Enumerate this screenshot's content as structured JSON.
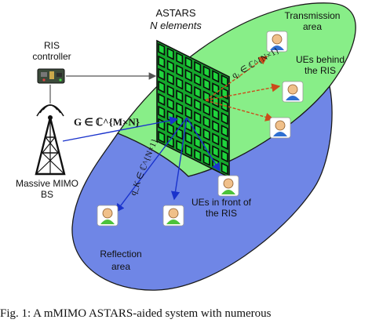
{
  "figure": {
    "labels": {
      "astars": "ASTARS",
      "elements": "N elements",
      "ris_controller_1": "RIS",
      "ris_controller_2": "controller",
      "transmission_1": "Transmission",
      "transmission_2": "area",
      "ues_behind_1": "UEs behind",
      "ues_behind_2": "the RIS",
      "channel_g": "G ∈ ℂ^{M×N}",
      "channel_q1": "q₁ ∈ ℂ^{N×1}",
      "channel_qk": "q_K ∈ ℂ^{N×1}",
      "ues_front_1": "UEs in front of",
      "ues_front_2": "the RIS",
      "massive_mimo_1": "Massive MIMO",
      "massive_mimo_2": "BS",
      "reflection_1": "Reflection",
      "reflection_2": "area"
    },
    "caption": "Fig. 1:  A mMIMO ASTARS-aided system with numerous",
    "colors": {
      "transmission_area": "#88ee88",
      "reflection_area": "#6f86e6",
      "ris_panel": "#15a82c",
      "ris_grid": "#111111",
      "link_blue": "#1a33cc",
      "link_orange": "#cc4b1a",
      "link_gray": "#555555",
      "ue_behind_body": "#2e6fd1",
      "ue_front_body": "#4cc23a",
      "ue_head": "#f0c08a"
    },
    "icons": [
      "ris-controller-board-icon",
      "bs-tower-icon",
      "user-equipment-icon"
    ]
  }
}
